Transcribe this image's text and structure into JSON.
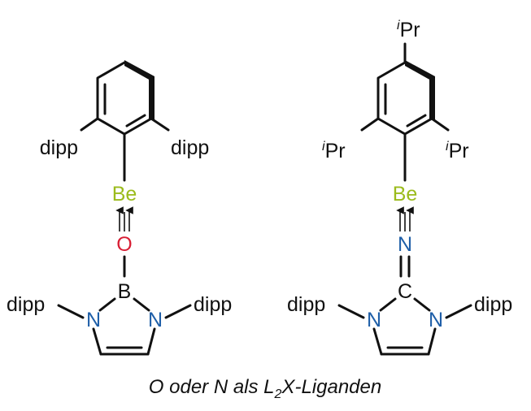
{
  "colors": {
    "be": "#9bbb1c",
    "o": "#d81e34",
    "n": "#1f5fa8",
    "bond": "#111111"
  },
  "left": {
    "sub_left": "dipp",
    "sub_right": "dipp",
    "metal": "Be",
    "donor": "O",
    "ring_atom": "B",
    "n_left": "N",
    "n_right": "N",
    "n_sub_left": "dipp",
    "n_sub_right": "dipp"
  },
  "right": {
    "top_sup": "i",
    "top_main": "Pr",
    "left_sup": "i",
    "left_main": "Pr",
    "right_sup": "i",
    "right_main": "Pr",
    "metal": "Be",
    "donor": "N",
    "ring_atom": "C",
    "n_left": "N",
    "n_right": "N",
    "n_sub_left": "dipp",
    "n_sub_right": "dipp"
  },
  "caption": {
    "part1": "O oder N als L",
    "sub": "2",
    "part2": "X-Liganden"
  }
}
